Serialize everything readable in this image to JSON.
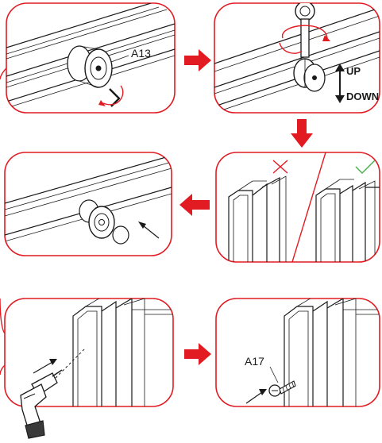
{
  "labels": {
    "part_a13": "A13",
    "up": "UP",
    "down": "DOWN",
    "part_a17": "A17"
  },
  "colors": {
    "accent": "#e21b22",
    "check": "#4caf50",
    "line": "#1a1a1a"
  },
  "icons": {
    "step_arrow": "arrow-right-icon",
    "wrong": "cross-icon",
    "right": "check-icon",
    "tool": "drill-icon"
  }
}
